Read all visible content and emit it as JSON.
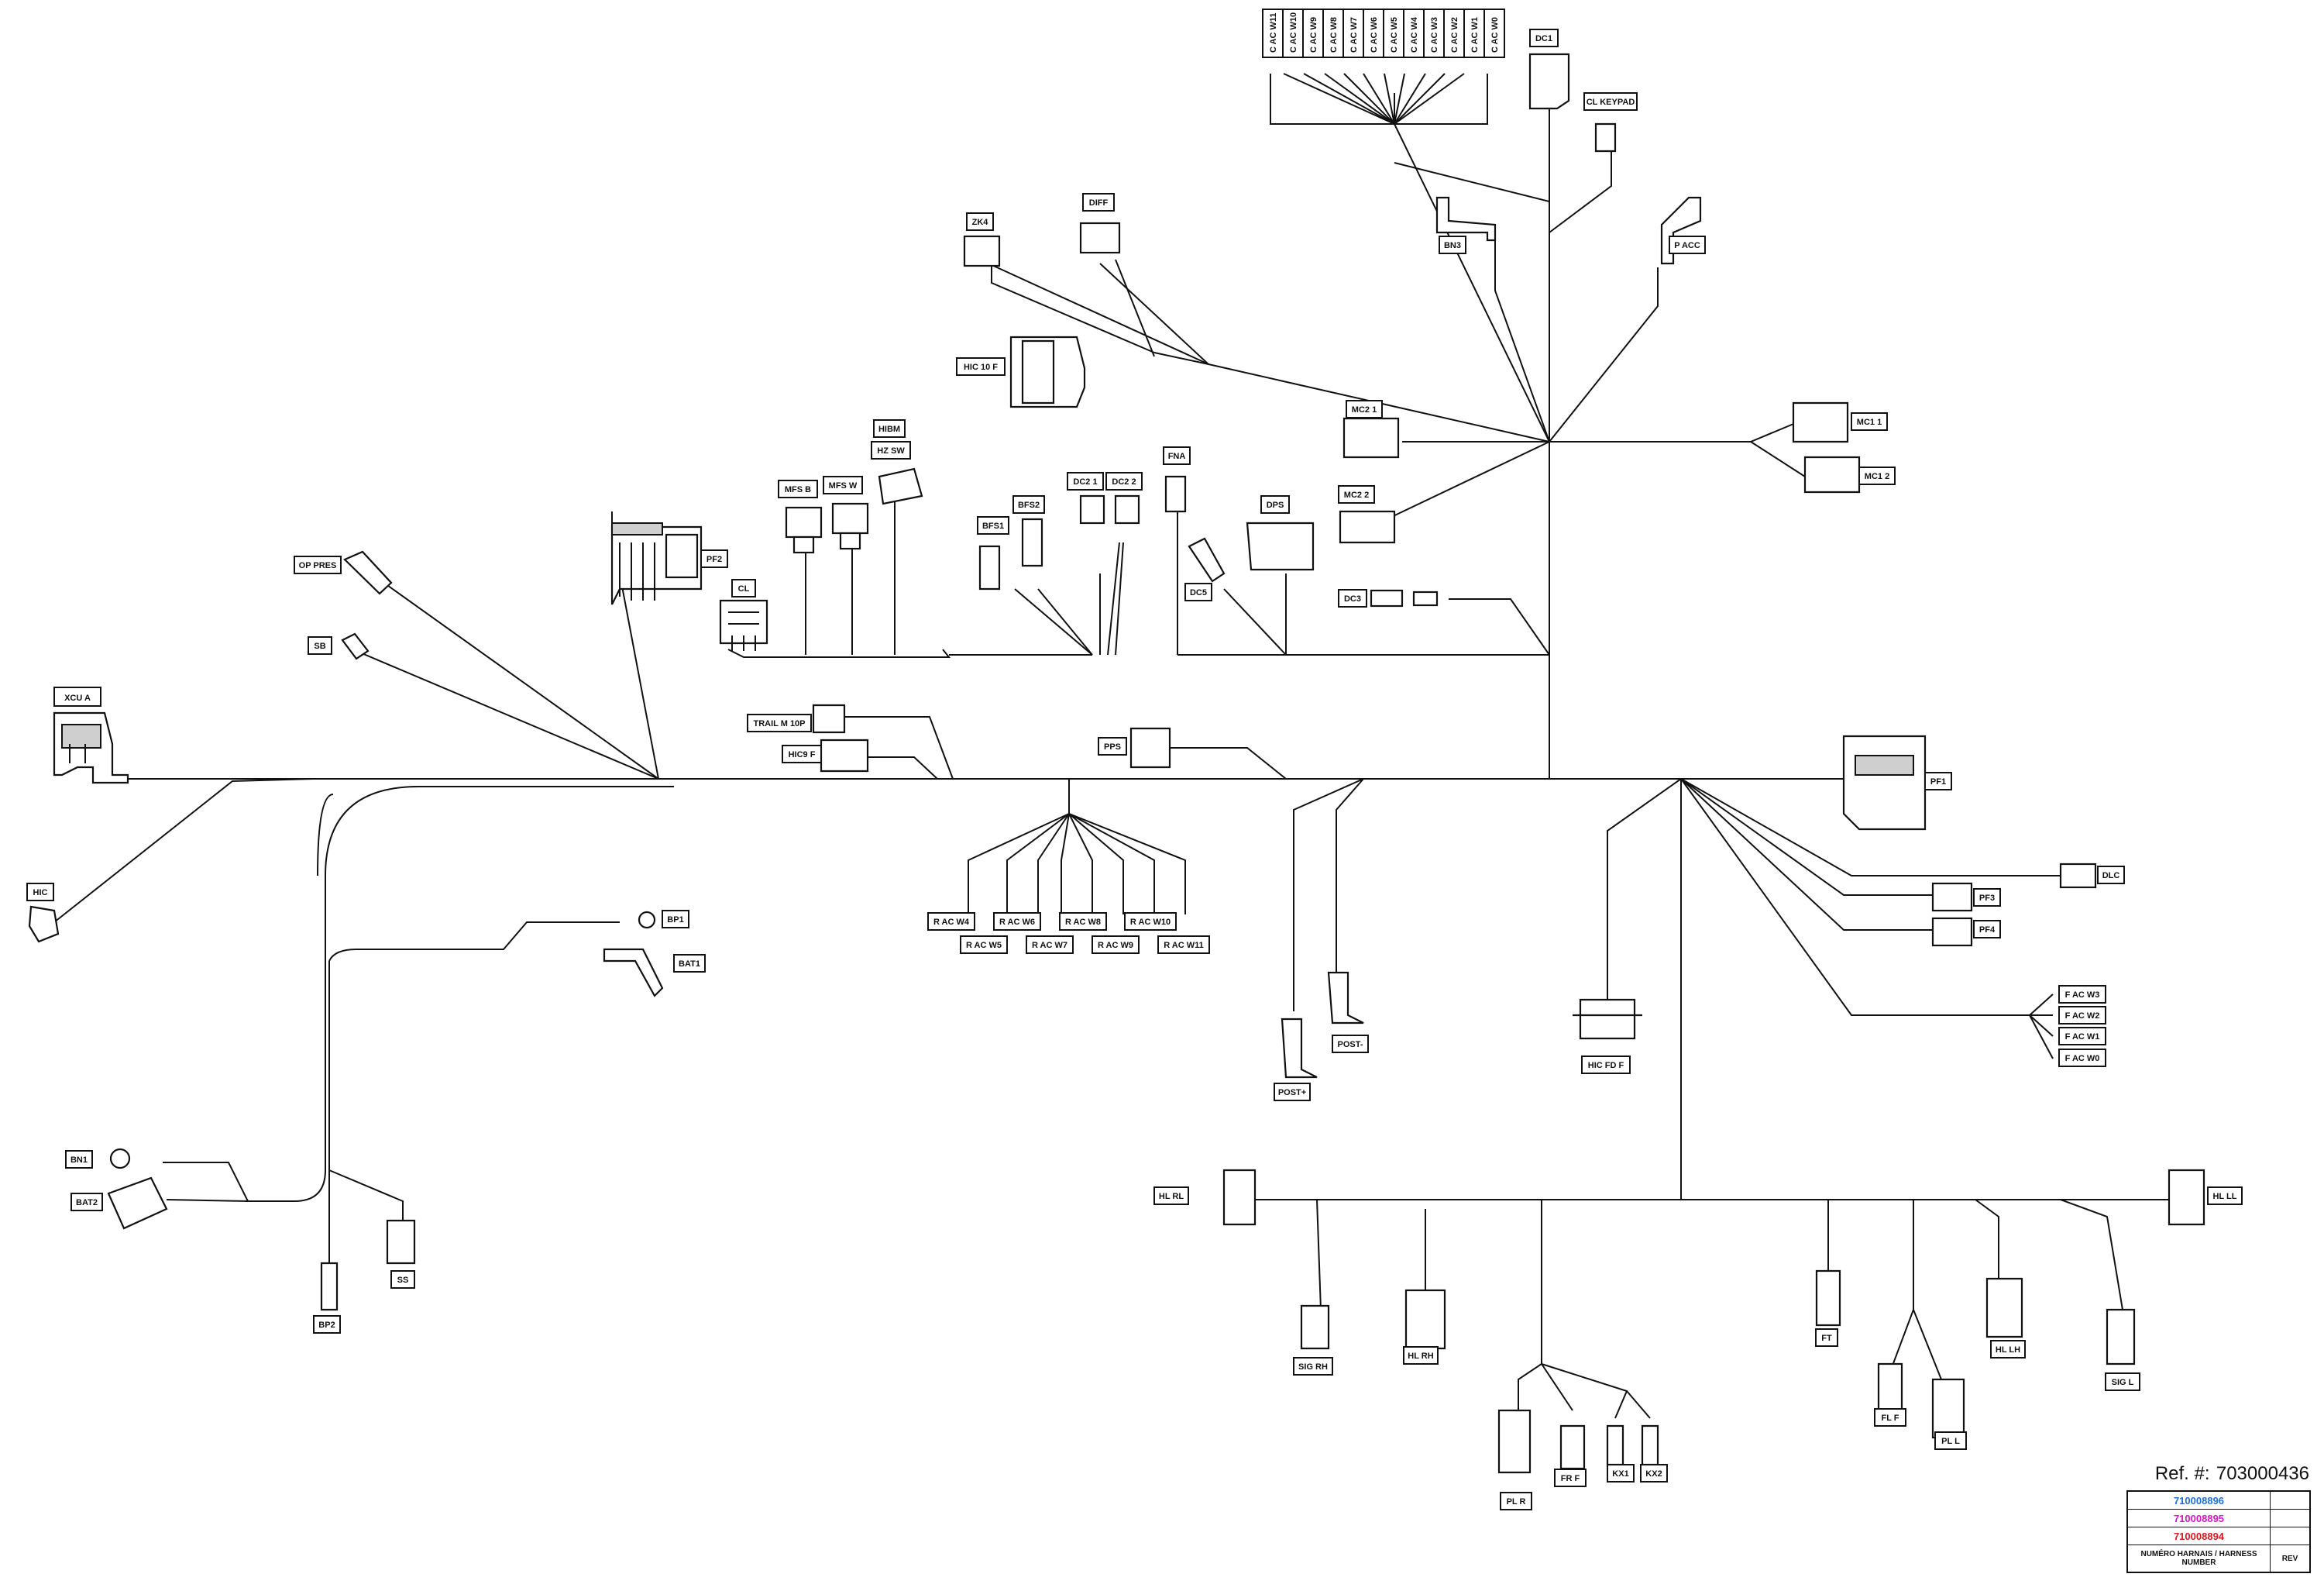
{
  "labels": {
    "xcu_a": "XCU A",
    "hic": "HIC",
    "op_pres": "OP PRES",
    "sb": "SB",
    "pf2": "PF2",
    "cl": "CL",
    "mfs_b": "MFS B",
    "mfs_w": "MFS W",
    "hibm": "HIBM",
    "hz_sw": "HZ SW",
    "hic_10_f": "HIC 10 F",
    "zk4": "ZK4",
    "diff": "DIFF",
    "bfs1": "BFS1",
    "bfs2": "BFS2",
    "dc2_1": "DC2 1",
    "dc2_2": "DC2 2",
    "fna": "FNA",
    "dc5": "DC5",
    "dps": "DPS",
    "dc1": "DC1",
    "cl_keypad": "CL KEYPAD",
    "bn3": "BN3",
    "p_acc": "P ACC",
    "mc2_1": "MC2 1",
    "mc2_2": "MC2 2",
    "mc1_1": "MC1 1",
    "mc1_2": "MC1 2",
    "dc3": "DC3",
    "trail_m_10p": "TRAIL M 10P",
    "hic9_f": "HIC9 F",
    "pps": "PPS",
    "pf1": "PF1",
    "dlc": "DLC",
    "pf3": "PF3",
    "pf4": "PF4",
    "f_ac_w3": "F AC W3",
    "f_ac_w2": "F AC W2",
    "f_ac_w1": "F AC W1",
    "f_ac_w0": "F AC W0",
    "r_ac_w4": "R AC W4",
    "r_ac_w5": "R AC W5",
    "r_ac_w6": "R AC W6",
    "r_ac_w7": "R AC W7",
    "r_ac_w8": "R AC W8",
    "r_ac_w9": "R AC W9",
    "r_ac_w10": "R AC W10",
    "r_ac_w11": "R AC W11",
    "bp1": "BP1",
    "bat1": "BAT1",
    "bn1": "BN1",
    "bat2": "BAT2",
    "bp2": "BP2",
    "ss": "SS",
    "post_plus": "POST+",
    "post_minus": "POST-",
    "hic_fd_f": "HIC FD F",
    "hl_rl": "HL RL",
    "hl_ll": "HL LL",
    "sig_rh": "SIG RH",
    "hl_rh": "HL RH",
    "pl_r": "PL R",
    "fr_f": "FR F",
    "kx1": "KX1",
    "kx2": "KX2",
    "ft": "FT",
    "fl_f": "FL F",
    "pl_l": "PL L",
    "hl_lh": "HL LH",
    "sig_l": "SIG L"
  },
  "top_connector_labels": [
    "C AC W11",
    "C AC W10",
    "C AC W9",
    "C AC W8",
    "C AC W7",
    "C AC W6",
    "C AC W5",
    "C AC W4",
    "C AC W3",
    "C AC W2",
    "C AC W1",
    "C AC W0"
  ],
  "ref": {
    "prefix": "Ref. #:",
    "number": "703000436",
    "harness_numbers": [
      {
        "value": "710008896",
        "color": "#1e6fd9"
      },
      {
        "value": "710008895",
        "color": "#d418c8"
      },
      {
        "value": "710008894",
        "color": "#e0141e"
      }
    ],
    "header_label": "NUMÉRO HARNAIS / HARNESS NUMBER",
    "rev_label": "REV"
  }
}
